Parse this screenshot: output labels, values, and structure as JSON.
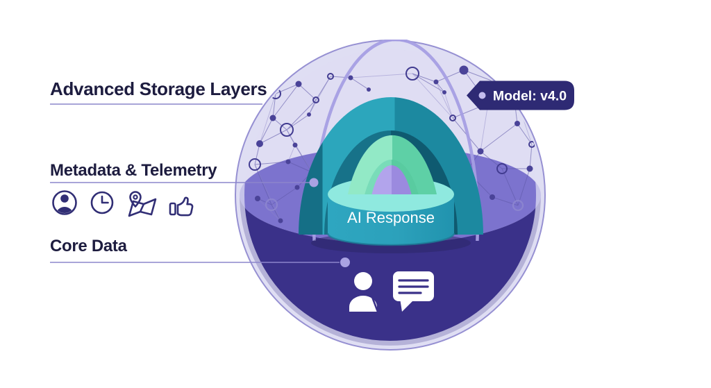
{
  "labels": {
    "advanced_storage": "Advanced Storage Layers",
    "metadata_telemetry": "Metadata & Telemetry",
    "core_data": "Core Data"
  },
  "sphere": {
    "ai_response": "AI Response",
    "model_badge": "Model: v4.0"
  },
  "icons": {
    "metadata_row": [
      "avatar-icon",
      "clock-icon",
      "map-pin-icon",
      "thumbs-up-icon"
    ],
    "core_row": [
      "user-icon",
      "chat-bubble-icon"
    ]
  },
  "colors": {
    "label_text": "#1D1C3F",
    "underline": "#8C85CC",
    "leader_dot": "#A9A2E2",
    "icon_navy": "#312E75",
    "sphere_fill": "#DFDDF3",
    "sphere_outline": "#9690D2",
    "meridian": "#A59EE3",
    "band": "#7C73CE",
    "bowl": "#3A3189",
    "dome_teal": "#2CA6BC",
    "dome_teal_dark": "#1C89A0",
    "dome_interior": "#135F75",
    "mint": "#92E9C6",
    "mint_dark": "#5ED0A6",
    "inner_dome_purple": "#AB9CE7",
    "cylinder_body": "#2CA1BB",
    "cylinder_rim": "#8FE9DF",
    "badge_bg": "#2E2A74",
    "badge_text": "#FFFFFF",
    "white_icon": "#FFFFFF"
  }
}
